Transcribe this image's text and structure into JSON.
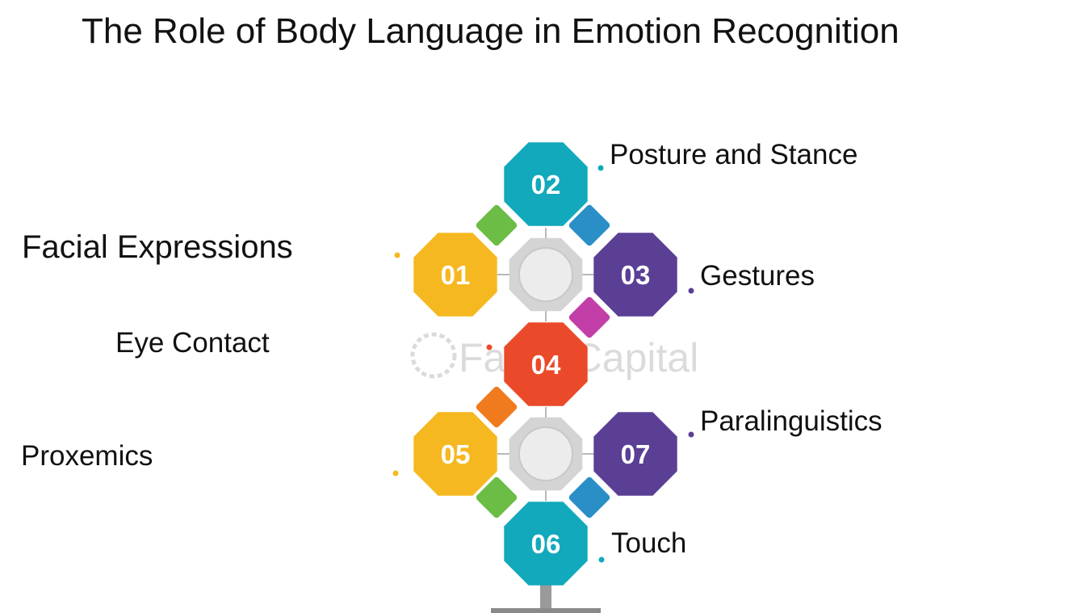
{
  "title": "The Role of Body Language in Emotion Recognition",
  "watermark": "FasterCapital",
  "colors": {
    "yellow": "#f6b820",
    "teal": "#11a9bb",
    "purple": "#5a3f95",
    "red": "#ea4a2a",
    "green": "#6cbd45",
    "blue": "#2a8fc7",
    "magenta": "#c23fa8",
    "orange": "#f07b1e",
    "hub": "#d6d6d6"
  },
  "items": [
    {
      "number": "01",
      "label": "Facial Expressions",
      "color": "yellow"
    },
    {
      "number": "02",
      "label": "Posture and Stance",
      "color": "teal"
    },
    {
      "number": "03",
      "label": "Gestures",
      "color": "purple"
    },
    {
      "number": "04",
      "label": "Eye Contact",
      "color": "red"
    },
    {
      "number": "05",
      "label": "Proxemics",
      "color": "yellow"
    },
    {
      "number": "06",
      "label": "Touch",
      "color": "teal"
    },
    {
      "number": "07",
      "label": "Paralinguistics",
      "color": "purple"
    }
  ]
}
